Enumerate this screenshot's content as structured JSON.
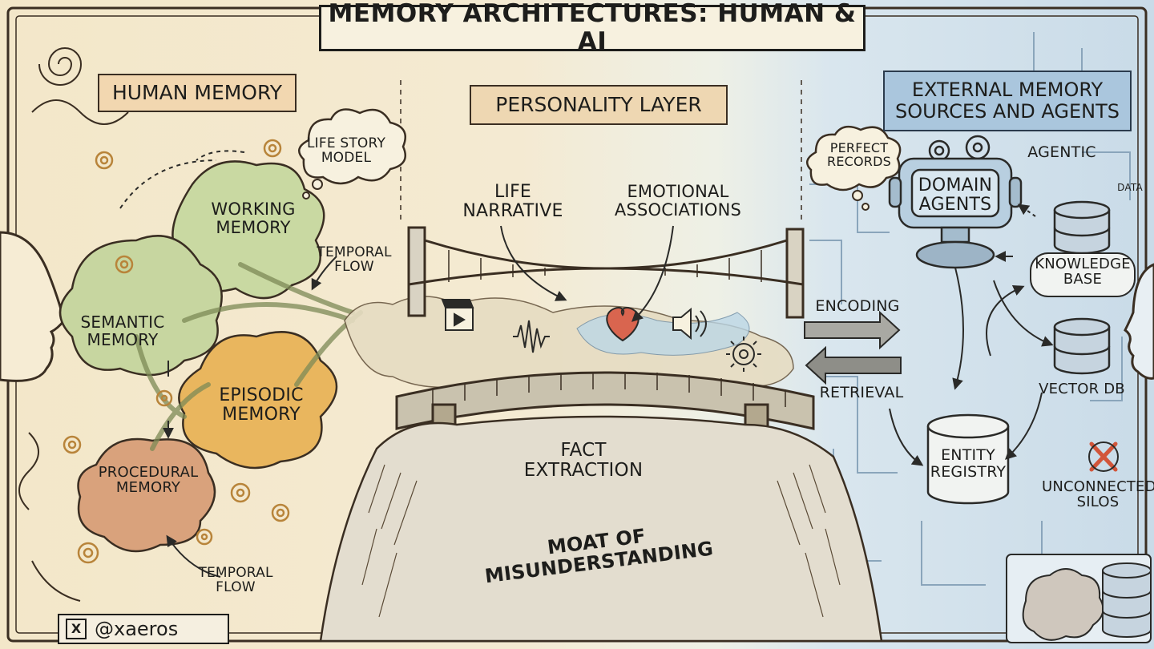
{
  "title": "MEMORY ARCHITECTURES: HUMAN & AI",
  "sections": {
    "human": "HUMAN MEMORY",
    "personality": "PERSONALITY LAYER",
    "external": "EXTERNAL MEMORY\nSOURCES AND AGENTS"
  },
  "human_memory": {
    "working": "WORKING\nMEMORY",
    "semantic": "SEMANTIC\nMEMORY",
    "episodic": "EPISODIC\nMEMORY",
    "procedural": "PROCEDURAL\nMEMORY",
    "life_story": "LIFE STORY\nMODEL",
    "temporal_flow_top": "TEMPORAL\nFLOW",
    "temporal_flow_bottom": "TEMPORAL\nFLOW"
  },
  "personality_layer": {
    "life_narrative": "LIFE\nNARRATIVE",
    "emotional_associations": "EMOTIONAL\nASSOCIATIONS",
    "fact_extraction": "FACT\nEXTRACTION",
    "moat": "MOAT OF MISUNDERSTANDING"
  },
  "flows": {
    "encoding": "ENCODING",
    "retrieval": "RETRIEVAL"
  },
  "external_memory": {
    "perfect_records": "PERFECT\nRECORDS",
    "agentic": "AGENTIC",
    "data": "DATA",
    "domain_agents": "DOMAIN\nAGENTS",
    "knowledge_base": "KNOWLEDGE\nBASE",
    "vector_db": "VECTOR DB",
    "entity_registry": "ENTITY\nREGISTRY",
    "unconnected_silos": "UNCONNECTED\nSILOS"
  },
  "footer": {
    "x_glyph": "X",
    "handle": "@xaeros"
  },
  "colors": {
    "working": "#c9d9a2",
    "semantic": "#c7d6a0",
    "episodic": "#e9b65e",
    "procedural": "#d9a27c",
    "ink": "#1d1d1b",
    "sky": "#c9dbe8",
    "parchment": "#f3e7c9",
    "heart": "#d9654f",
    "cross": "#d2553a"
  },
  "icons": [
    "swirl-icon",
    "film-clapper-icon",
    "sound-wave-icon",
    "heart-icon",
    "speaker-icon",
    "gear-icon",
    "database-icon",
    "robot-icon",
    "brain-icon",
    "cross-icon",
    "x-logo-icon"
  ]
}
